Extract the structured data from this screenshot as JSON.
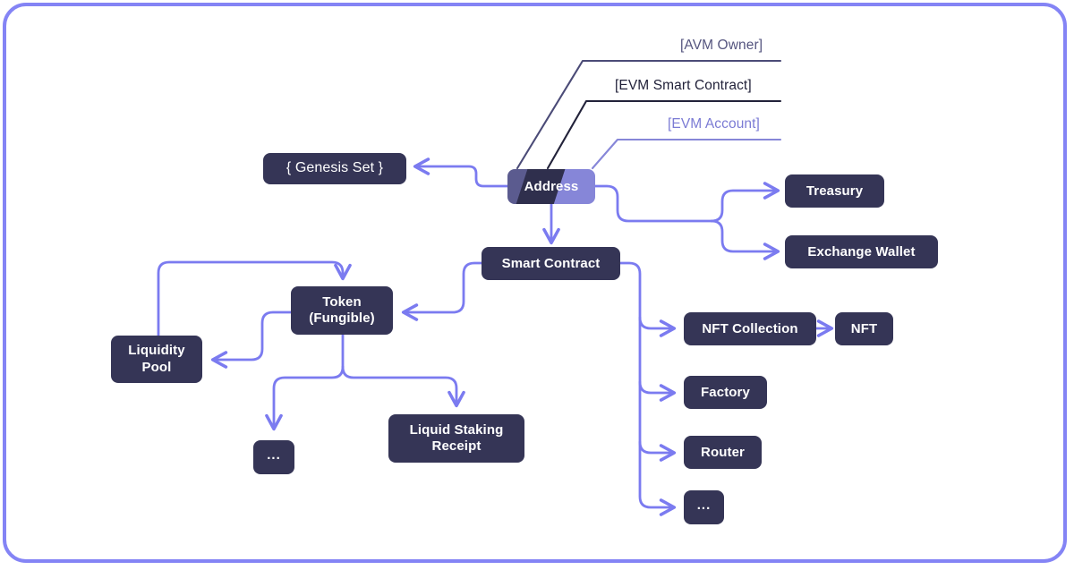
{
  "diagram": {
    "title": "Address taxonomy diagram",
    "colors": {
      "frame_border": "#8484f5",
      "node_fill": "#353556",
      "node_text": "#ffffff",
      "edge": "#7b7bf0",
      "label_avm_owner": "#55557f",
      "label_evm_smart_contract": "#22223a",
      "label_evm_account": "#7b7bd4",
      "address_band_left": "#5b5b8f",
      "address_band_middle": "#2f2f4d",
      "address_band_right": "#8686d8",
      "background": "#ffffff"
    },
    "annotations": [
      {
        "id": "avm-owner",
        "text": "[AVM Owner]",
        "color": "#55557f"
      },
      {
        "id": "evm-smart-contract",
        "text": "[EVM Smart Contract]",
        "color": "#22223a"
      },
      {
        "id": "evm-account",
        "text": "[EVM Account]",
        "color": "#7b7bd4"
      }
    ],
    "nodes": [
      {
        "id": "genesis-set",
        "label": "{ Genesis Set  }"
      },
      {
        "id": "address",
        "label": "Address"
      },
      {
        "id": "treasury",
        "label": "Treasury"
      },
      {
        "id": "exchange-wallet",
        "label": "Exchange Wallet"
      },
      {
        "id": "smart-contract",
        "label": "Smart Contract"
      },
      {
        "id": "token-fungible",
        "label": "Token\n(Fungible)"
      },
      {
        "id": "liquidity-pool",
        "label": "Liquidity\nPool"
      },
      {
        "id": "token-more",
        "label": "..."
      },
      {
        "id": "liquid-staking-receipt",
        "label": "Liquid Staking\nReceipt"
      },
      {
        "id": "nft-collection",
        "label": "NFT Collection"
      },
      {
        "id": "nft",
        "label": "NFT"
      },
      {
        "id": "factory",
        "label": "Factory"
      },
      {
        "id": "router",
        "label": "Router"
      },
      {
        "id": "contract-more",
        "label": "..."
      }
    ],
    "edges": [
      {
        "from": "address",
        "to": "genesis-set"
      },
      {
        "from": "address",
        "to": "treasury"
      },
      {
        "from": "address",
        "to": "exchange-wallet"
      },
      {
        "from": "address",
        "to": "smart-contract"
      },
      {
        "from": "smart-contract",
        "to": "token-fungible"
      },
      {
        "from": "token-fungible",
        "to": "liquidity-pool"
      },
      {
        "from": "liquidity-pool",
        "to": "token-fungible"
      },
      {
        "from": "token-fungible",
        "to": "token-more"
      },
      {
        "from": "token-fungible",
        "to": "liquid-staking-receipt"
      },
      {
        "from": "smart-contract",
        "to": "nft-collection"
      },
      {
        "from": "nft-collection",
        "to": "nft"
      },
      {
        "from": "smart-contract",
        "to": "factory"
      },
      {
        "from": "smart-contract",
        "to": "router"
      },
      {
        "from": "smart-contract",
        "to": "contract-more"
      }
    ]
  }
}
